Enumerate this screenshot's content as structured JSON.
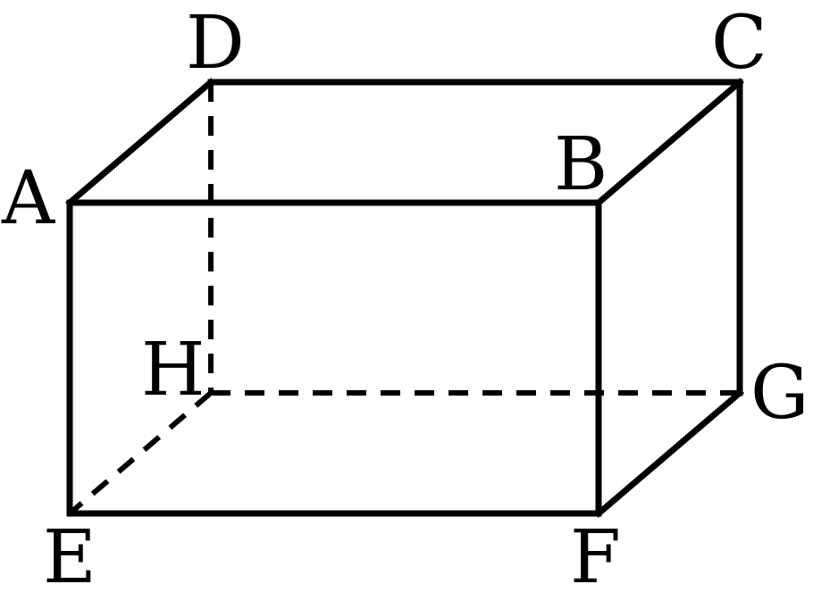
{
  "figure": {
    "vertices": {
      "A": "A",
      "B": "B",
      "C": "C",
      "D": "D",
      "E": "E",
      "F": "F",
      "G": "G",
      "H": "H"
    },
    "visible_edges": [
      "AB",
      "AD",
      "DC",
      "BC",
      "AE",
      "BF",
      "CG",
      "EF",
      "FG"
    ],
    "hidden_edges": [
      "DH",
      "HE",
      "HG"
    ]
  }
}
